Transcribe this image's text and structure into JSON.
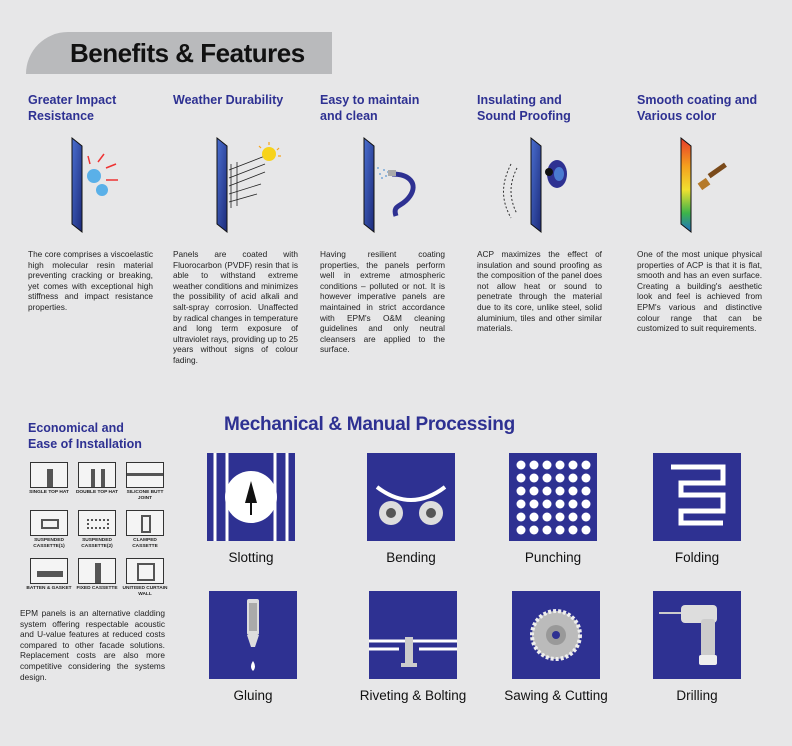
{
  "header": {
    "title": "Benefits & Features"
  },
  "features": [
    {
      "title": "Greater Impact Resistance",
      "text": "The core comprises a viscoelastic high molecular resin material preventing cracking or breaking, yet comes with exceptional high stiffness and impact resistance properties."
    },
    {
      "title": "Weather Durability",
      "text": "Panels are coated with Fluorocarbon (PVDF) resin that is able to withstand extreme weather conditions and minimizes the possibility of acid alkali and salt-spray corrosion. Unaffected by radical changes in temperature and long term exposure of ultraviolet rays, providing up to 25 years without signs of colour fading."
    },
    {
      "title": "Easy to maintain and clean",
      "text": "Having resilient coating properties, the panels perform well in extreme atmospheric conditions – polluted or not. It is however imperative panels are maintained in strict accordance with EPM's O&M cleaning guidelines and only neutral cleansers are applied to the surface."
    },
    {
      "title": "Insulating and Sound Proofing",
      "text": "ACP maximizes the effect of insulation and sound proofing as the composition of the panel does not allow heat or sound to penetrate through the material due to its core, unlike steel, solid aluminium, tiles and other similar materials."
    },
    {
      "title": "Smooth coating and Various color",
      "text": "One of the most unique physical properties of ACP is that it is flat, smooth and has an even surface. Creating a building's aesthetic look and feel is achieved from EPM's various and distinctive colour range that can be customized to suit requirements."
    }
  ],
  "economical": {
    "title_line1": "Economical and",
    "title_line2": "Ease of Installation",
    "systems": [
      "SINGLE TOP HAT",
      "DOUBLE TOP HAT",
      "SILICONE BUTT JOINT",
      "SUSPENDED CASSETTE(1)",
      "SUSPENDED CASSETTE(2)",
      "CLAMPED CASSETTE",
      "BATTEN & GASKET",
      "FIXED CASSETTE",
      "UNITISED CURTAIN WALL"
    ],
    "text": "EPM panels is an alternative cladding system offering respectable acoustic and U-value features at reduced costs compared to other facade solutions. Replacement costs are also more competitive considering the systems design."
  },
  "mechanical": {
    "title": "Mechanical & Manual Processing",
    "processes": [
      {
        "label": "Slotting",
        "icon": "slotting-icon"
      },
      {
        "label": "Bending",
        "icon": "bending-icon"
      },
      {
        "label": "Punching",
        "icon": "punching-icon"
      },
      {
        "label": "Folding",
        "icon": "folding-icon"
      },
      {
        "label": "Gluing",
        "icon": "gluing-icon"
      },
      {
        "label": "Riveting & Bolting",
        "icon": "riveting-icon"
      },
      {
        "label": "Sawing & Cutting",
        "icon": "sawing-icon"
      },
      {
        "label": "Drilling",
        "icon": "drilling-icon"
      }
    ]
  },
  "colors": {
    "accent": "#2e3192",
    "background": "#e7e7e8",
    "banner": "#b9babc"
  }
}
